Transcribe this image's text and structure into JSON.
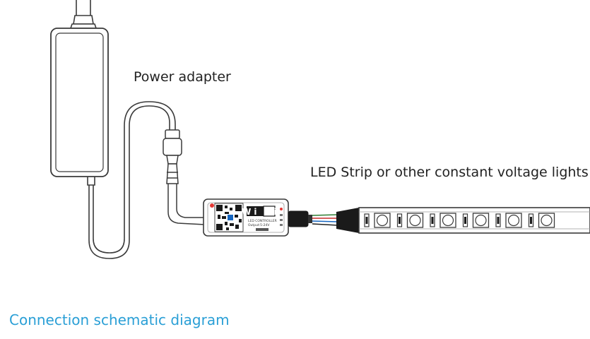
{
  "labels": {
    "power_adapter": "Power adapter",
    "led_strip": "LED Strip or other constant voltage lights",
    "caption": "Connection schematic diagram"
  },
  "controller": {
    "logo_text": "Wi Fi",
    "line1": "LED CONTROLLER",
    "line2": "Output:5-24V"
  },
  "colors": {
    "outline": "#3a3a3a",
    "caption": "#2a9fd6",
    "controller_logo": "#1a1a1a",
    "indicator_red": "#e53935",
    "cable_jacket": "#1a1a1a",
    "wire_colors": [
      "#2e7d32",
      "#c62828",
      "#1565c0",
      "#212121"
    ]
  },
  "led_strip": {
    "segment_count": 6
  }
}
